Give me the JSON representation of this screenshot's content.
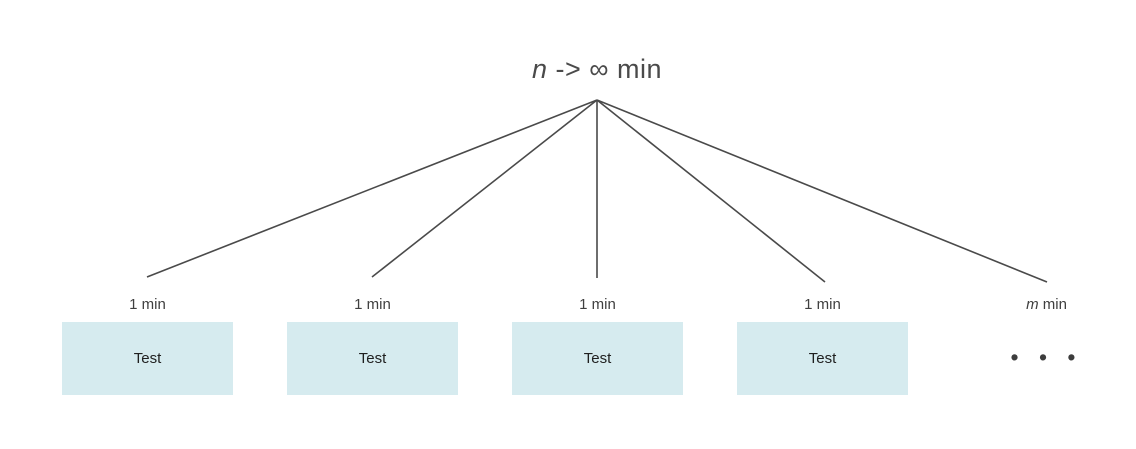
{
  "diagram": {
    "root_label": {
      "variable": "n",
      "rest": " -> ∞ min"
    },
    "branches": [
      {
        "duration": "1 min",
        "box_label": "Test"
      },
      {
        "duration": "1 min",
        "box_label": "Test"
      },
      {
        "duration": "1 min",
        "box_label": "Test"
      },
      {
        "duration": "1 min",
        "box_label": "Test"
      }
    ],
    "continuation": {
      "duration_variable": "m",
      "duration_rest": " min",
      "ellipsis": "• • •"
    }
  },
  "colors": {
    "background": "#ffffff",
    "box_fill": "#d6ebef",
    "line": "#4a4a4a",
    "heading_text": "#4a4a4a",
    "label_text": "#3f3f3f",
    "box_text": "#1f1f1f"
  }
}
